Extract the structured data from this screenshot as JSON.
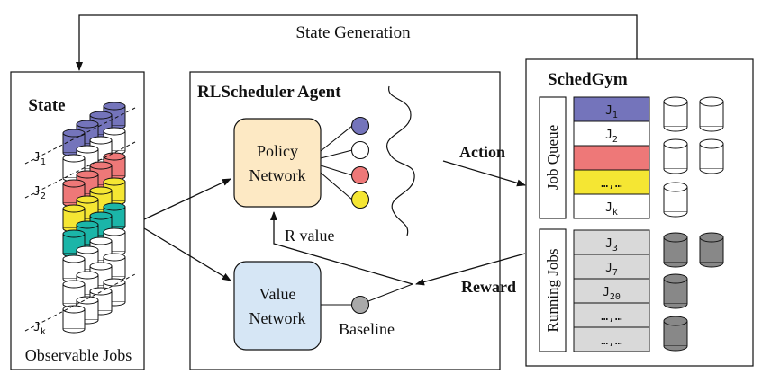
{
  "top_label": "State Generation",
  "state": {
    "title": "State",
    "row_labels": [
      "J1",
      "J2",
      "Jk"
    ],
    "footer": "Observable Jobs"
  },
  "agent": {
    "title": "RLScheduler Agent",
    "policy_line1": "Policy",
    "policy_line2": "Network",
    "value_line1": "Value",
    "value_line2": "Network",
    "r_value": "R value",
    "baseline": "Baseline"
  },
  "action_label": "Action",
  "reward_label": "Reward",
  "schedgym": {
    "title": "SchedGym",
    "queue_label": "Job Queue",
    "running_label": "Running Jobs",
    "queue_cells": [
      "J1",
      "J2",
      "",
      "…,…",
      "Jk"
    ],
    "running_cells": [
      "J3",
      "J7",
      "J20",
      "…,…",
      "…,…"
    ]
  },
  "colors": {
    "purple": "#7474bb",
    "red": "#ee7878",
    "yellow": "#f5e633",
    "teal": "#1bb5a8",
    "policy_fill": "#fde9c4",
    "value_fill": "#d6e6f5",
    "dark_disk": "#888888"
  }
}
